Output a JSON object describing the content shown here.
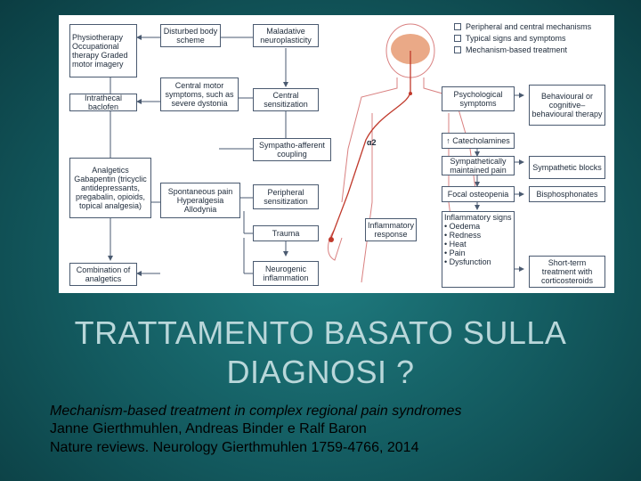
{
  "figure": {
    "left_boxes": {
      "physio": "Physiotherapy Occupational therapy Graded motor imagery",
      "baclofen": "Intrathecal baclofen",
      "analgesics": "Analgetics Gabapentin (tricyclic antidepressants, pregabalin, opioids, topical analgesia)",
      "combination": "Combination of analgetics"
    },
    "middle_boxes": {
      "body_scheme": "Disturbed body scheme",
      "maladaptive": "Maladative neuroplasticity",
      "central_motor": "Central motor symptoms, such as severe dystonia",
      "central_sens": "Central sensitization",
      "sympatho": "Sympatho-afferent coupling",
      "spontaneous": "Spontaneous pain Hyperalgesia Allodynia",
      "peripheral_sens": "Peripheral sensitization",
      "trauma": "Trauma",
      "neurogenic": "Neurogenic inflammation",
      "inflam_response": "Inflammatory response",
      "alpha2": "α2"
    },
    "right_boxes": {
      "psychological": "Psychological symptoms",
      "behavioural": "Behavioural or cognitive–behavioural therapy",
      "catecholamines": "↑ Catecholamines",
      "symp_pain": "Sympathetically maintained pain",
      "symp_blocks": "Sympathetic blocks",
      "focal": "Focal osteopenia",
      "bisphos": "Bisphosphonates",
      "inflam_signs_title": "Inflammatory signs",
      "inflam_signs": [
        "• Oedema",
        "• Redness",
        "• Heat",
        "• Pain",
        "• Dysfunction"
      ],
      "short_term": "Short-term treatment with corticosteroids"
    },
    "legend": [
      "Peripheral and central mechanisms",
      "Typical signs and symptoms",
      "Mechanism-based treatment"
    ],
    "colors": {
      "box_border": "#4a5a70",
      "nerve": "#c0392b",
      "body_outline": "#d98080",
      "brain": "#e8a07a"
    }
  },
  "title": "TRATTAMENTO BASATO SULLA DIAGNOSI ?",
  "reference": {
    "article": "Mechanism-based treatment in complex regional pain syndromes",
    "authors": "Janne Gierthmuhlen, Andreas Binder e Ralf Baron",
    "journal": "Nature reviews. Neurology   Gierthmuhlen 1759-4766, 2014"
  }
}
